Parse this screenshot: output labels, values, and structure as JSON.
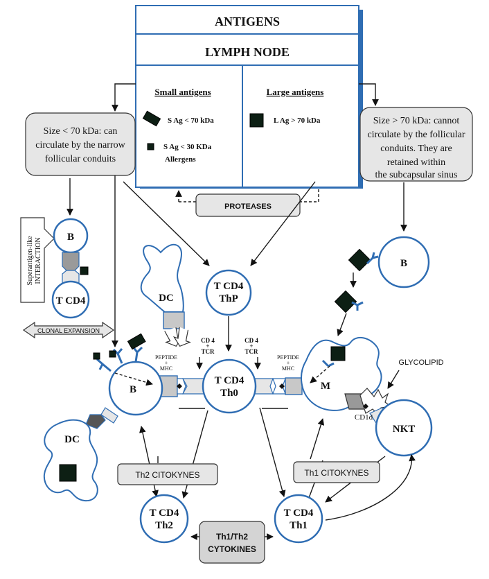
{
  "header": {
    "antigens": "ANTIGENS",
    "lymph_node": "LYMPH NODE",
    "small_antigens": "Small antigens",
    "large_antigens": "Large antigens",
    "s_ag_70": "S  Ag  < 70 kDa",
    "s_ag_30": "S  Ag < 30  KDa",
    "allergens": "Allergens",
    "l_ag_70": "L Ag > 70 kDa"
  },
  "boxes": {
    "small_size_lines": [
      "Size < 70 kDa: can",
      "circulate by the narrow",
      "follicular conduits"
    ],
    "large_size_lines": [
      "Size > 70 kDa: cannot",
      "circulate by the follicular",
      "conduits. They are",
      "retained within",
      "the subcapsular sinus"
    ],
    "proteases": "PROTEASES",
    "superantigen_lines": [
      "Superantigen-like",
      "INTERACTION"
    ],
    "clonal_expansion": "CLONAL EXPANSION",
    "th2_citokynes": "Th2 CITOKYNES",
    "th1_citokynes": "Th1 CITOKYNES",
    "th1th2_lines": [
      "Th1/Th2",
      "CYTOKINES"
    ]
  },
  "cells": {
    "b": "B",
    "tcd4": "T CD4",
    "dc": "DC",
    "thp": "ThP",
    "th0": "Th0",
    "th2": "Th2",
    "th1": "Th1",
    "m": "M",
    "nkt": "NKT"
  },
  "labels": {
    "cd4": "CD 4",
    "plus": "+",
    "tcr": "TCR",
    "peptide": "PEPTIDE",
    "mhc": "MHC",
    "glycolipid": "GLYCOLIPID",
    "cd1d": "CD1d"
  }
}
